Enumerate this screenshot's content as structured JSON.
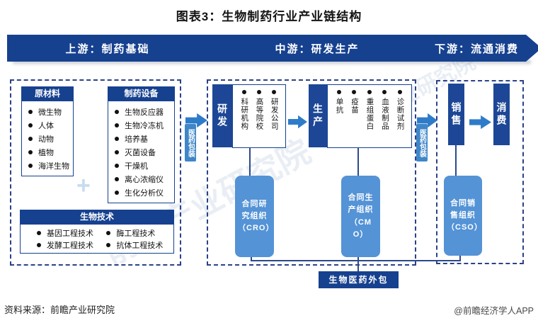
{
  "title": "图表3：生物制药行业产业链结构",
  "colors": {
    "navy": "#16418F",
    "label_navy": "#1D4796",
    "arrow_blue": "#2E7CC9",
    "contract_blue": "#5493D6",
    "ribbon_blue": "#3F86C8"
  },
  "header": {
    "segments": [
      {
        "label": "上游：制药基础"
      },
      {
        "label": "中游：研发生产"
      },
      {
        "label": "下游：流通消费"
      }
    ]
  },
  "upstream": {
    "raw_materials": {
      "title": "原材料",
      "items": [
        "微生物",
        "人体",
        "动物",
        "植物",
        "海洋生物"
      ]
    },
    "equipment": {
      "title": "制药设备",
      "items": [
        "生物反应器",
        "生物冷冻机",
        "培养基",
        "灭菌设备",
        "干燥机",
        "离心浓缩仪",
        "生化分析仪"
      ]
    },
    "plus_sign": "+",
    "biotech": {
      "title": "生物技术",
      "items": [
        "基因工程技术",
        "酶工程技术",
        "发酵工程技术",
        "抗体工程技术"
      ]
    }
  },
  "packaging": {
    "label": "医药包装"
  },
  "midstream": {
    "rd": {
      "label": "研发",
      "items": [
        "科研机构",
        "高等院校",
        "研发公司"
      ]
    },
    "production": {
      "label": "生产",
      "items": [
        "单抗",
        "疫苗",
        "重组蛋白",
        "血液制品",
        "诊断试剂"
      ]
    },
    "cro": {
      "label": "合同研究组织（CRO）"
    },
    "cmo": {
      "label": "合同生产组织（CMO）"
    }
  },
  "downstream": {
    "sales": {
      "label": "销售"
    },
    "consumption": {
      "label": "消费"
    },
    "cso": {
      "label": "合同销售组织（CSO）"
    }
  },
  "outsourcing": {
    "label": "生物医药外包"
  },
  "footer": {
    "source": "资料来源：前瞻产业研究院",
    "credit": "@前瞻经济学人APP"
  },
  "watermark": {
    "text": "前瞻产业研究院"
  }
}
